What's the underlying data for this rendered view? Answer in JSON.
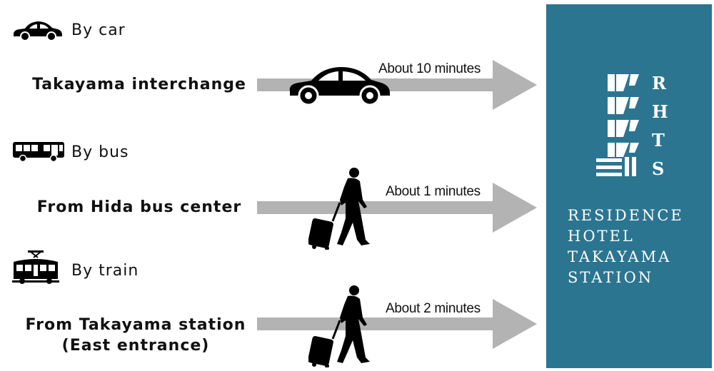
{
  "sections": [
    {
      "mode": "By car",
      "mode_icon": "car-icon",
      "origin": "Takayama interchange",
      "duration": "About 10 minutes",
      "traveler_icon": "car-icon"
    },
    {
      "mode": "By bus",
      "mode_icon": "bus-icon",
      "origin": "From Hida bus center",
      "duration": "About 1 minutes",
      "traveler_icon": "walking-traveler-icon"
    },
    {
      "mode": "By train",
      "mode_icon": "train-icon",
      "origin_lines": [
        "From Takayama station",
        "(East entrance)"
      ],
      "duration": "About 2 minutes",
      "traveler_icon": "walking-traveler-icon"
    }
  ],
  "hotel": {
    "logo_letters": [
      "R",
      "H",
      "T",
      "S"
    ],
    "name_lines": [
      "RESIDENCE",
      "HOTEL",
      "TAKAYAMA",
      "STATION"
    ]
  },
  "colors": {
    "panel": "#2b7591",
    "arrow": "#b3b3b3",
    "icon": "#000000",
    "panel_text": "#ffffff"
  }
}
